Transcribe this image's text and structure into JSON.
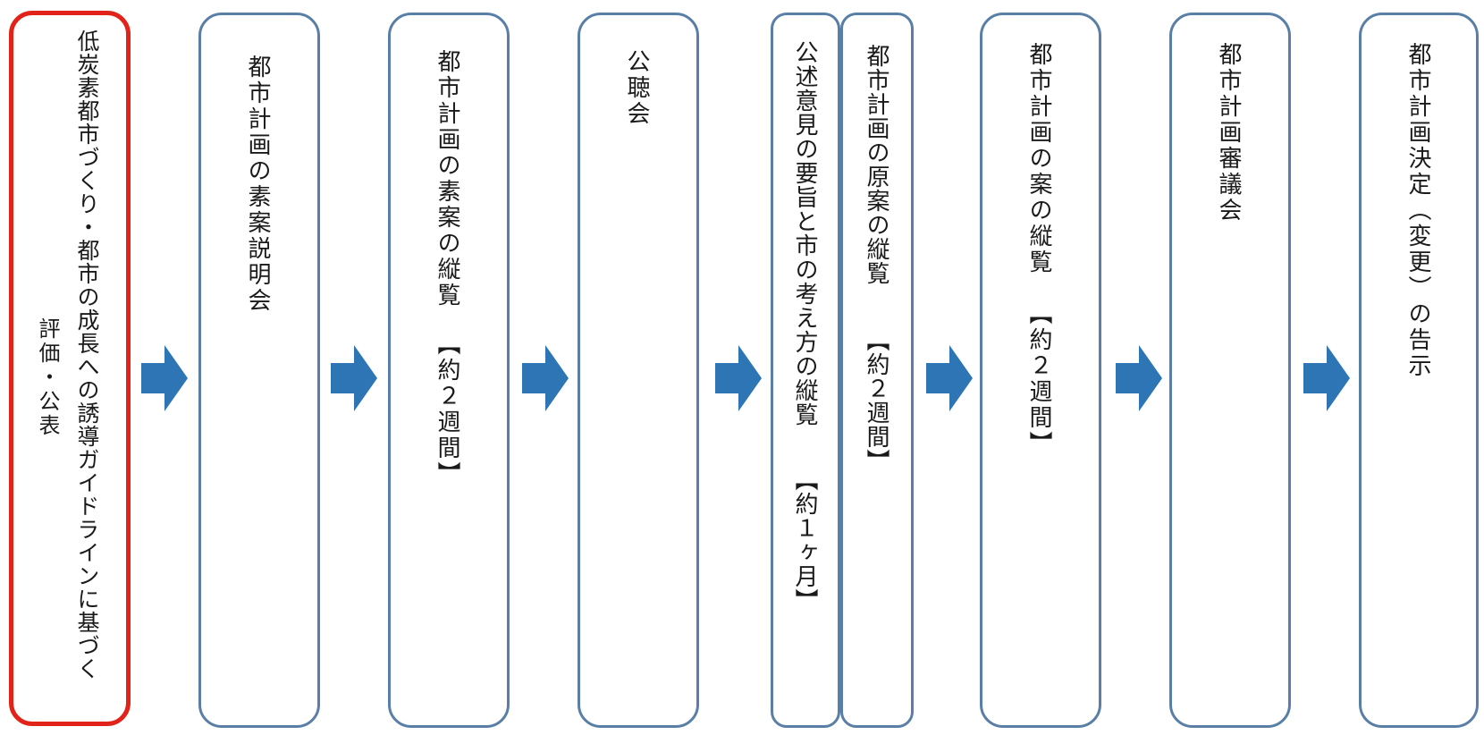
{
  "colors": {
    "box_border": "#5a7fa6",
    "highlight_border": "#e2231a",
    "arrow_fill": "#2e75b6"
  },
  "icons": {
    "arrow": "right-arrow-icon"
  },
  "steps": [
    {
      "lines": [
        "低炭素都市づくり・都市の成長への誘導ガイドラインに基づく",
        "評価・公表"
      ]
    },
    {
      "lines": [
        "都市計画の素案説明会"
      ]
    },
    {
      "lines": [
        "都市計画の素案の縦覧",
        "【約２週間】"
      ]
    },
    {
      "lines": [
        "公聴会"
      ]
    },
    {
      "lines": [
        "公述意見の要旨と市の考え方の縦覧",
        "【約１ヶ月】"
      ]
    },
    {
      "lines": [
        "都市計画の原案の縦覧",
        "【約２週間】"
      ]
    },
    {
      "lines": [
        "都市計画の案の縦覧",
        "【約２週間】"
      ]
    },
    {
      "lines": [
        "都市計画審議会"
      ]
    },
    {
      "lines": [
        "都市計画決定（変更）の告示"
      ]
    }
  ]
}
